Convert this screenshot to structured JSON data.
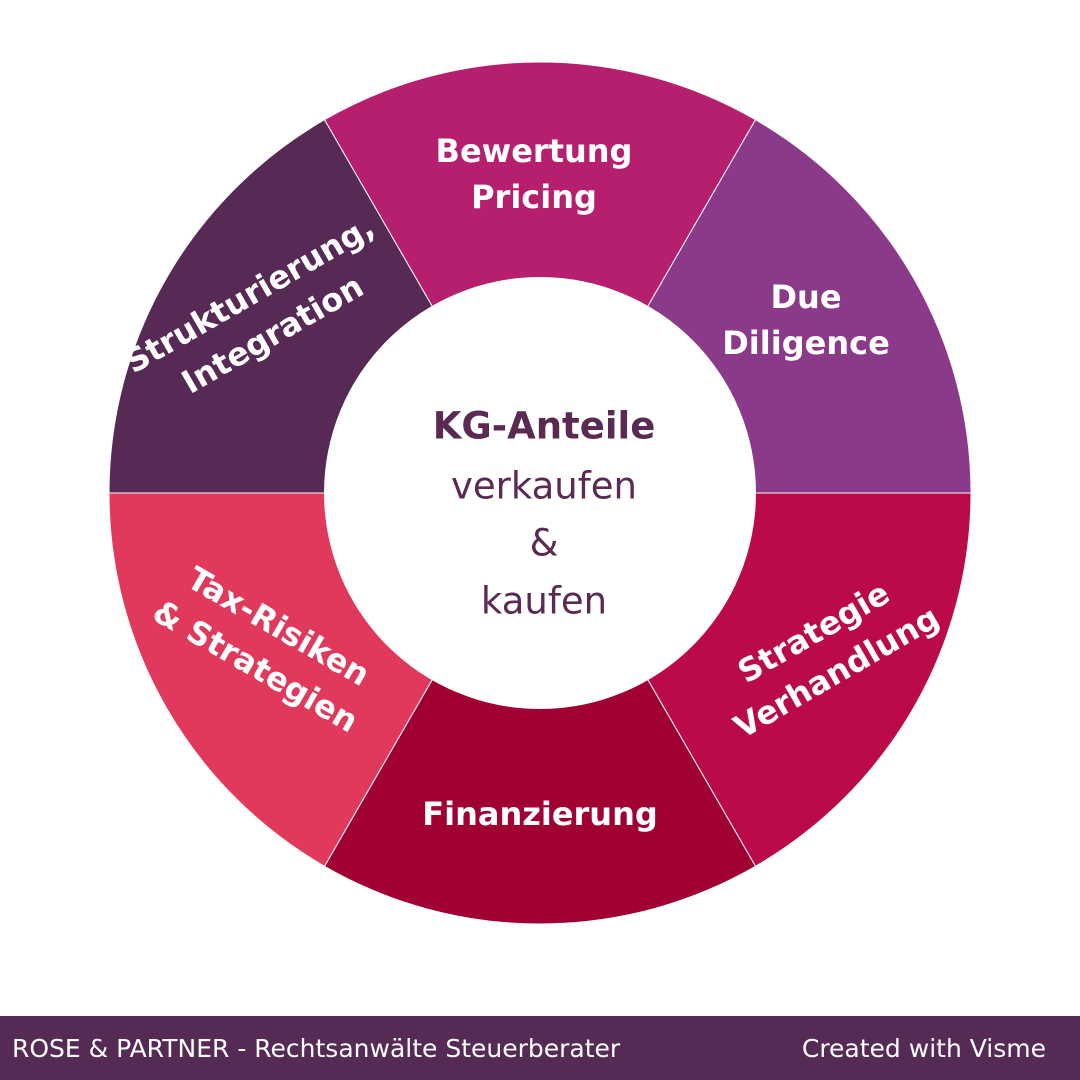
{
  "center": {
    "title": "KG-Anteile",
    "lines": [
      "verkaufen",
      "&",
      "kaufen"
    ]
  },
  "segments": [
    {
      "id": "bewertung",
      "lines": [
        "Bewertung",
        "Pricing"
      ],
      "color": "#b51f6e"
    },
    {
      "id": "due-diligence",
      "lines": [
        "Due",
        "Diligence"
      ],
      "color": "#8a3a88"
    },
    {
      "id": "strategie",
      "lines": [
        "Strategie",
        "Verhandlung"
      ],
      "color": "#bb0a49"
    },
    {
      "id": "finanzierung",
      "lines": [
        "Finanzierung"
      ],
      "color": "#a00132"
    },
    {
      "id": "tax",
      "lines": [
        "Tax-Risiken",
        "& Strategien"
      ],
      "color": "#e0395b"
    },
    {
      "id": "strukturierung",
      "lines": [
        "Strukturierung,",
        "Integration"
      ],
      "color": "#562a55"
    }
  ],
  "footer": {
    "left": "ROSE & PARTNER - Rechtsanwälte Steuerberater",
    "right": "Created with Visme",
    "background": "#552a55"
  },
  "colors": {
    "center_text": "#5a2a52",
    "center_fill": "#ffffff"
  }
}
